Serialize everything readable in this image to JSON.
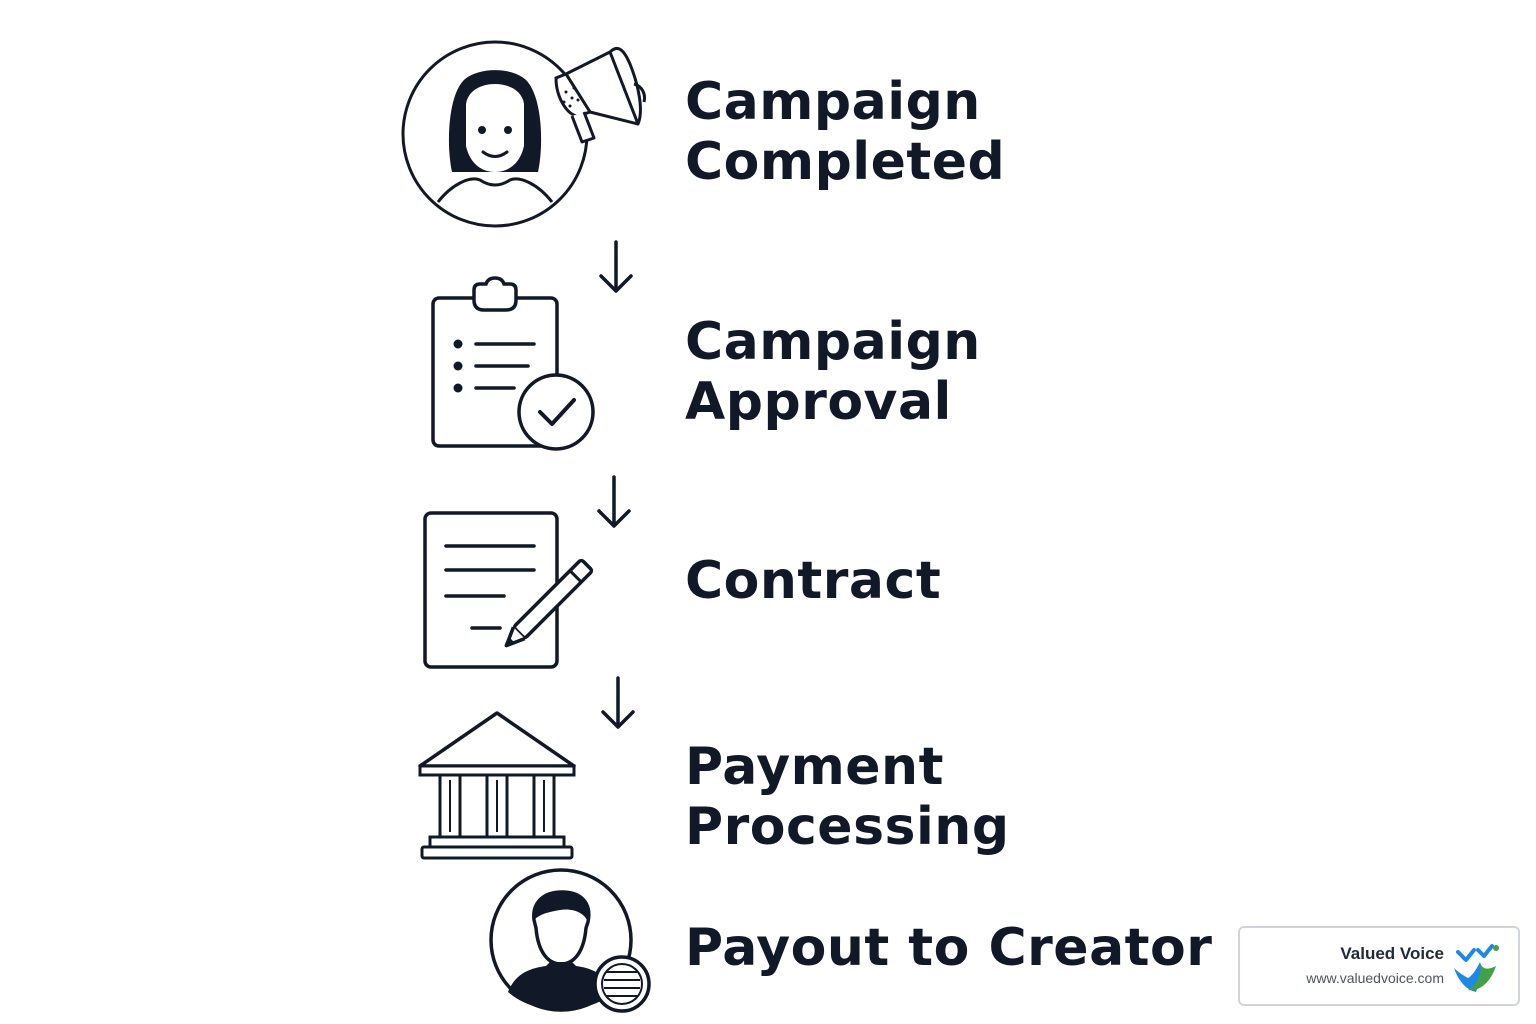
{
  "steps": [
    {
      "id": "campaign-completed",
      "lines": [
        "Campaign",
        "Completed"
      ],
      "icon": "influencer-megaphone-icon"
    },
    {
      "id": "campaign-approval",
      "lines": [
        "Campaign",
        "Approval"
      ],
      "icon": "clipboard-check-icon"
    },
    {
      "id": "contract",
      "lines": [
        "Contract"
      ],
      "icon": "contract-sign-icon"
    },
    {
      "id": "payment-processing",
      "lines": [
        "Payment",
        "Processing"
      ],
      "icon": "bank-icon"
    },
    {
      "id": "payout-to-creator",
      "lines": [
        "Payout to Creator"
      ],
      "icon": "creator-coin-icon"
    }
  ],
  "watermark": {
    "name": "Valued Voice",
    "url": "www.valuedvoice.com",
    "logo_icon": "valued-voice-logo-icon",
    "colors": {
      "blue": "#1e88e5",
      "green": "#43a047"
    }
  },
  "colors": {
    "ink": "#111827",
    "background": "#ffffff"
  }
}
